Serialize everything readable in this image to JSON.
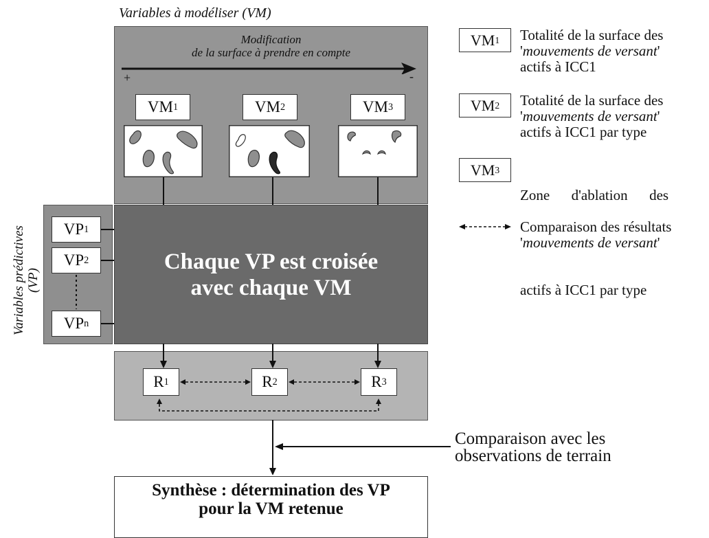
{
  "titles": {
    "vm_section": "Variables à modéliser (VM)",
    "vp_section_line1": "Variables prédictives",
    "vp_section_line2": "(VP)"
  },
  "top_arrow": {
    "line1": "Modification",
    "line2": "de la surface à prendre en compte",
    "plus": "+",
    "minus": "-"
  },
  "vm_boxes": [
    {
      "base": "VM",
      "sub": "1"
    },
    {
      "base": "VM",
      "sub": "2"
    },
    {
      "base": "VM",
      "sub": "3"
    }
  ],
  "vp_boxes": [
    {
      "base": "VP",
      "sub": "1"
    },
    {
      "base": "VP",
      "sub": "2"
    },
    {
      "base": "VP",
      "sub": "n"
    }
  ],
  "center_text": {
    "line1": "Chaque VP est croisée",
    "line2": "avec chaque VM"
  },
  "results": [
    {
      "base": "R",
      "sub": "1"
    },
    {
      "base": "R",
      "sub": "2"
    },
    {
      "base": "R",
      "sub": "3"
    }
  ],
  "legend": {
    "items": [
      {
        "base": "VM",
        "sub": "1",
        "text_a": "Totalité de la surface des",
        "text_b_quote_open": "'",
        "text_b_italic": "mouvements de versant",
        "text_b_quote_close": "'",
        "text_c": "actifs à ICC1"
      },
      {
        "base": "VM",
        "sub": "2",
        "text_a": "Totalité de la surface des",
        "text_b_quote_open": "'",
        "text_b_italic": "mouvements de versant",
        "text_b_quote_close": "'",
        "text_c": "actifs à ICC1 par type"
      },
      {
        "base": "VM",
        "sub": "3",
        "text_a": "Zone      d'ablation      des",
        "text_b_quote_open": "'",
        "text_b_italic": "mouvements de versant",
        "text_b_quote_close": "'",
        "text_c": "actifs à ICC1 par type"
      }
    ],
    "comparison": "Comparaison des résultats"
  },
  "field_comparison": {
    "line1": "Comparaison avec les",
    "line2": "observations de terrain"
  },
  "synthesis": {
    "line1": "Synthèse : détermination des VP",
    "line2": "pour la VM retenue"
  },
  "colors": {
    "light_gray": "#b4b4b4",
    "mid_gray": "#8c8c8c",
    "dark_gray": "#6a6a6a",
    "shape_fill": "#8f8f8f",
    "shape_dark": "#2a2a2a"
  }
}
